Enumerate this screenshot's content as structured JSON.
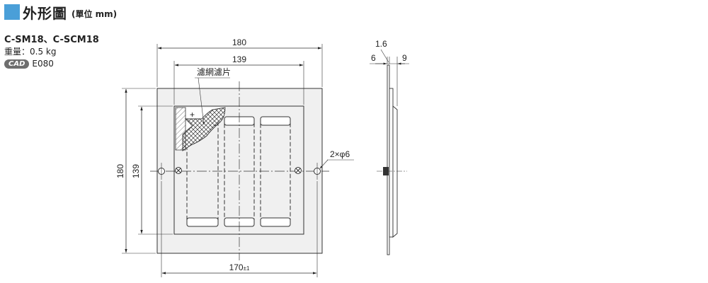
{
  "header": {
    "title": "外形圖",
    "unit": "(單位 mm)",
    "accent": "#4a9fd8"
  },
  "product": {
    "models": "C-SM18、C-SCM18",
    "weight": "重量：0.5 kg",
    "cad_badge": "CAD",
    "cad_code": "E080"
  },
  "front_view": {
    "dim_outer_width": "180",
    "dim_inner_width": "139",
    "dim_outer_height": "180",
    "dim_inner_height": "139",
    "dim_hole_pitch": "170",
    "dim_hole_pitch_tol": "±1",
    "hole_callout": "2×φ6",
    "filter_label": "濾網濾片"
  },
  "side_view": {
    "dim_total": "1.6",
    "dim_left": "6",
    "dim_right": "9"
  }
}
